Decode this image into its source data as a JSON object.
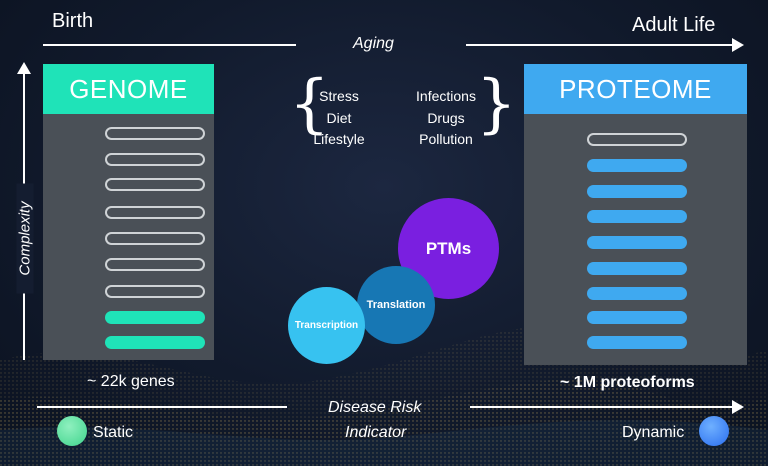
{
  "timeline": {
    "start_label": "Birth",
    "end_label": "Adult Life",
    "axis_label": "Aging"
  },
  "y_axis": {
    "label": "Complexity"
  },
  "genome": {
    "title": "GENOME",
    "caption": "~ 22k genes",
    "header_color": "#1fe3b8"
  },
  "proteome": {
    "title": "PROTEOME",
    "caption": "~ 1M proteoforms",
    "header_color": "#3fa9f0"
  },
  "factors": {
    "left": [
      "Stress",
      "Diet",
      "Lifestyle"
    ],
    "right": [
      "Infections",
      "Drugs",
      "Pollution"
    ]
  },
  "processes": {
    "transcription": "Transcription",
    "translation": "Translation",
    "ptms": "PTMs"
  },
  "disease_risk": {
    "label_line1": "Disease Risk",
    "label_line2": "Indicator",
    "static_label": "Static",
    "dynamic_label": "Dynamic"
  }
}
